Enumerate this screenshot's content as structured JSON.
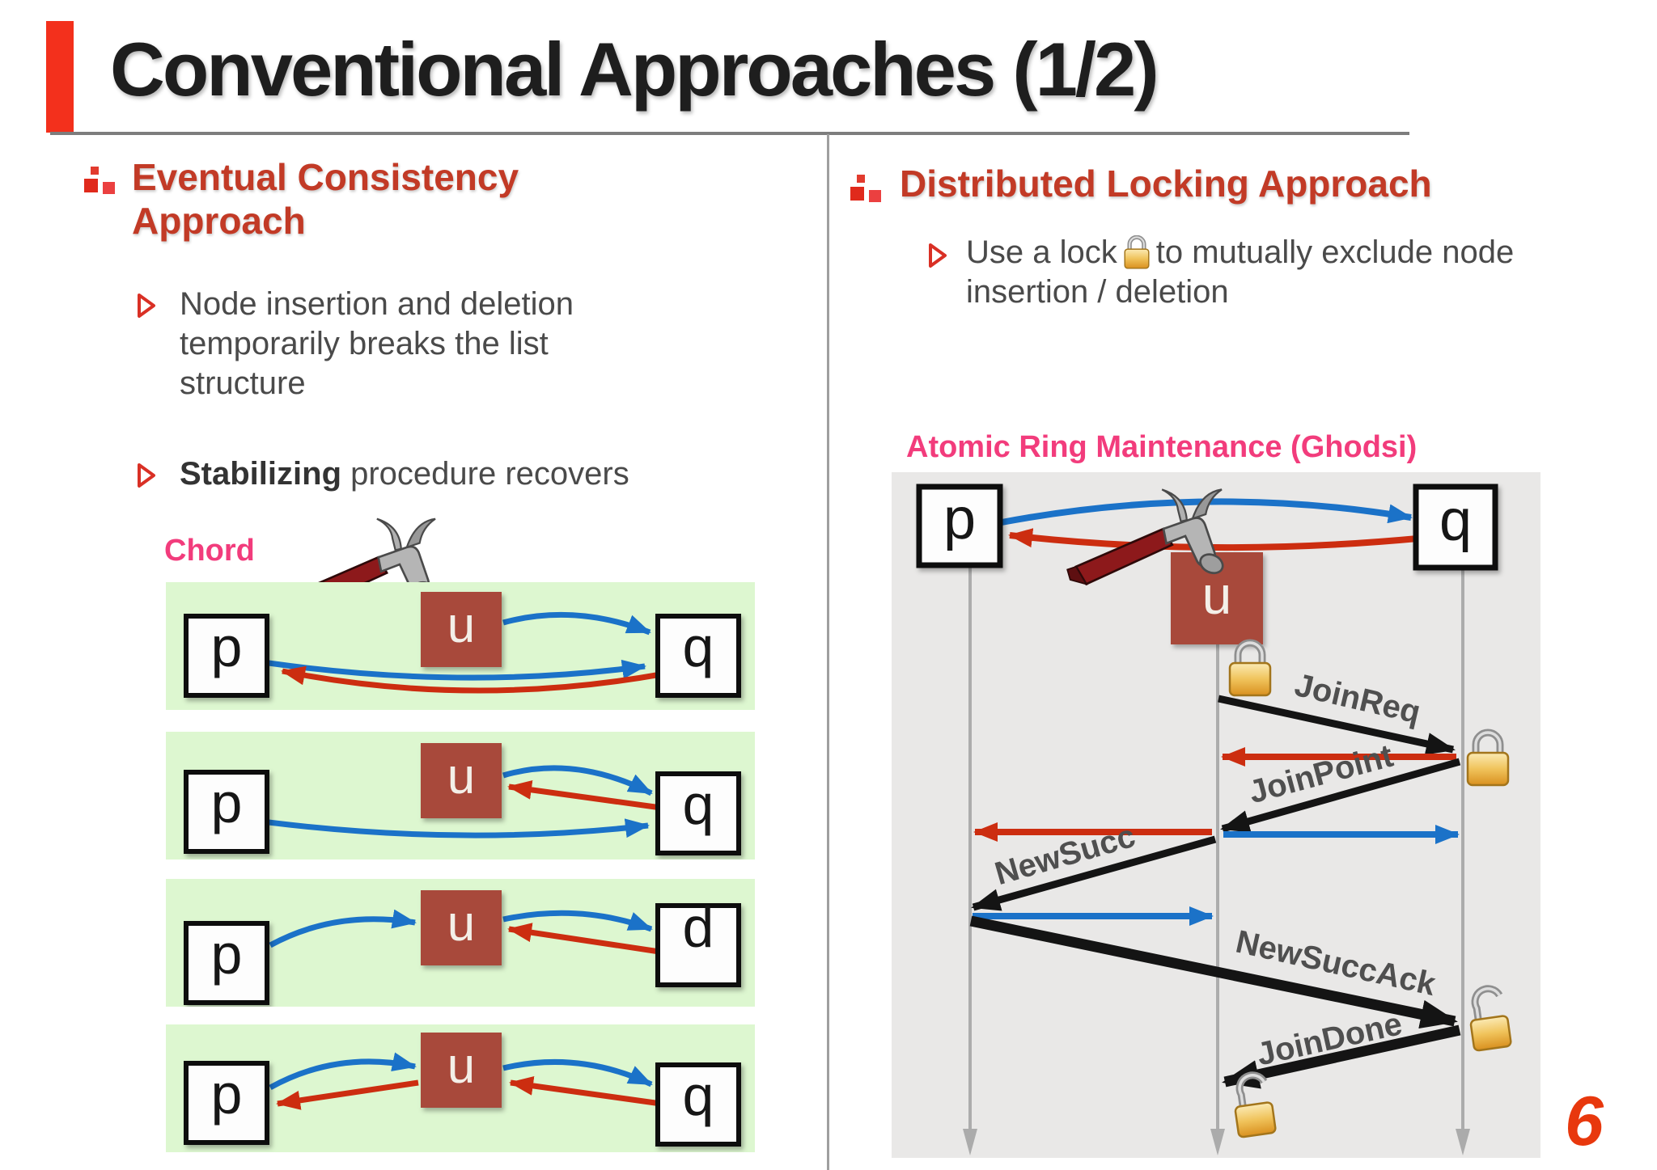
{
  "title": "Conventional Approaches (1/2)",
  "page_number": "6",
  "left": {
    "heading": "Eventual Consistency Approach",
    "bullet1": "Node insertion and deletion temporarily breaks the list structure",
    "bullet2_bold": "Stabilizing",
    "bullet2_rest": " procedure recovers",
    "diagram_label": "Chord",
    "nodes": {
      "p": "p",
      "u": "u",
      "q": "q"
    },
    "panel_edges": [
      [
        "u→q blue",
        "p→q blue",
        "q→p red"
      ],
      [
        "u→q blue",
        "q→u red",
        "p→q blue"
      ],
      [
        "p→u blue",
        "u→q blue",
        "q→u red"
      ],
      [
        "p→u blue",
        "u→p red",
        "u→q blue",
        "q→u red"
      ]
    ]
  },
  "right": {
    "heading": "Distributed Locking Approach",
    "bullet_pre": "Use a lock",
    "bullet_post": "to mutually exclude node insertion / deletion",
    "diagram_label": "Atomic Ring Maintenance (Ghodsi)",
    "nodes": {
      "p": "p",
      "u": "u",
      "q": "q"
    },
    "messages": {
      "join_req": "JoinReq",
      "join_point": "JoinPoint",
      "new_succ": "NewSucc",
      "new_succ_ack": "NewSuccAck",
      "join_done": "JoinDone"
    },
    "locks": [
      {
        "state": "closed",
        "at": "u lifeline"
      },
      {
        "state": "closed",
        "at": "q lifeline"
      },
      {
        "state": "open",
        "at": "q lifeline"
      },
      {
        "state": "open",
        "at": "u lifeline"
      }
    ]
  },
  "colors": {
    "accent_red": "#C23A26",
    "title_bar_red": "#F3301C",
    "pink": "#F23C7C",
    "arrow_blue": "#1B72C8",
    "arrow_red": "#CC2D10",
    "panel_green": "#DDF7D0",
    "panel_gray": "#E9E8E7",
    "page_number_red": "#E8380D"
  }
}
